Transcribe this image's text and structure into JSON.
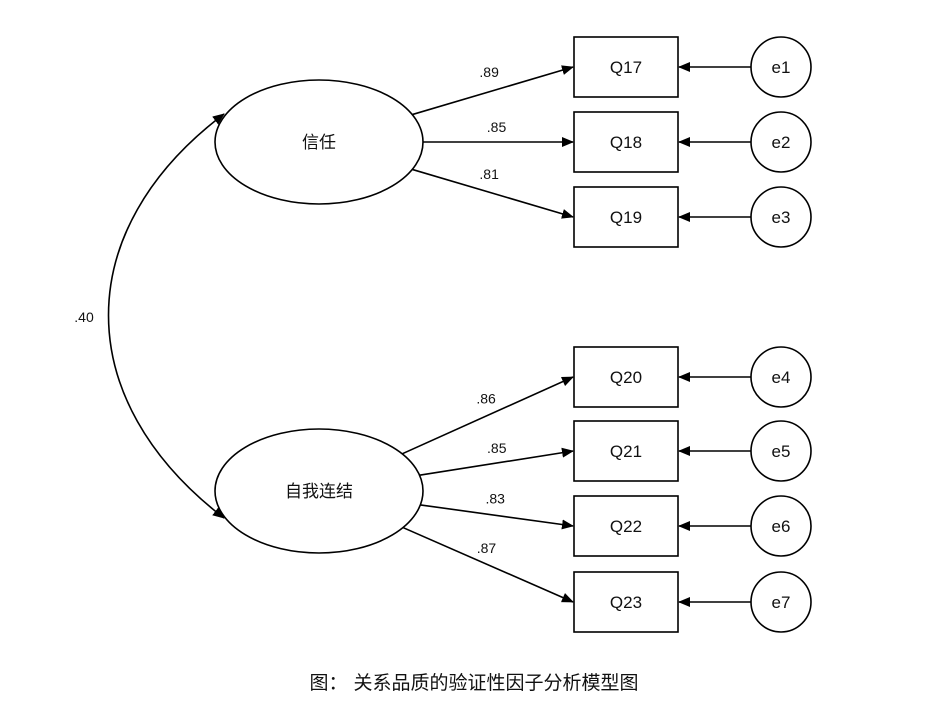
{
  "latents": [
    {
      "id": "trust",
      "label": "信任"
    },
    {
      "id": "selfconnect",
      "label": "自我连结"
    }
  ],
  "indicators": [
    {
      "id": "Q17",
      "label": "Q17",
      "factor": "trust",
      "loading": ".89",
      "error": "e1"
    },
    {
      "id": "Q18",
      "label": "Q18",
      "factor": "trust",
      "loading": ".85",
      "error": "e2"
    },
    {
      "id": "Q19",
      "label": "Q19",
      "factor": "trust",
      "loading": ".81",
      "error": "e3"
    },
    {
      "id": "Q20",
      "label": "Q20",
      "factor": "selfconnect",
      "loading": ".86",
      "error": "e4"
    },
    {
      "id": "Q21",
      "label": "Q21",
      "factor": "selfconnect",
      "loading": ".85",
      "error": "e5"
    },
    {
      "id": "Q22",
      "label": "Q22",
      "factor": "selfconnect",
      "loading": ".83",
      "error": "e6"
    },
    {
      "id": "Q23",
      "label": "Q23",
      "factor": "selfconnect",
      "loading": ".87",
      "error": "e7"
    }
  ],
  "correlation": {
    "label": ".40"
  },
  "caption": "图： 关系品质的验证性因子分析模型图"
}
